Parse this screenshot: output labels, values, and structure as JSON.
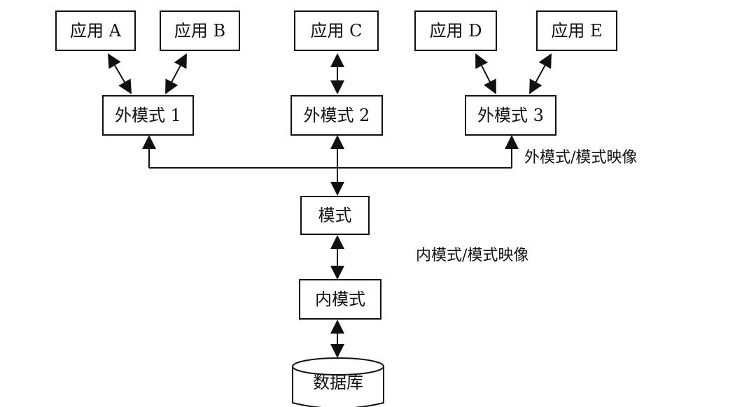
{
  "diagram": {
    "applications": [
      "应用 A",
      "应用 B",
      "应用 C",
      "应用 D",
      "应用 E"
    ],
    "external_schemas": [
      "外模式 1",
      "外模式 2",
      "外模式 3"
    ],
    "mapping_external": "外模式/模式映像",
    "schema": "模式",
    "mapping_internal": "内模式/模式映像",
    "internal_schema": "内模式",
    "database": "数据库"
  }
}
